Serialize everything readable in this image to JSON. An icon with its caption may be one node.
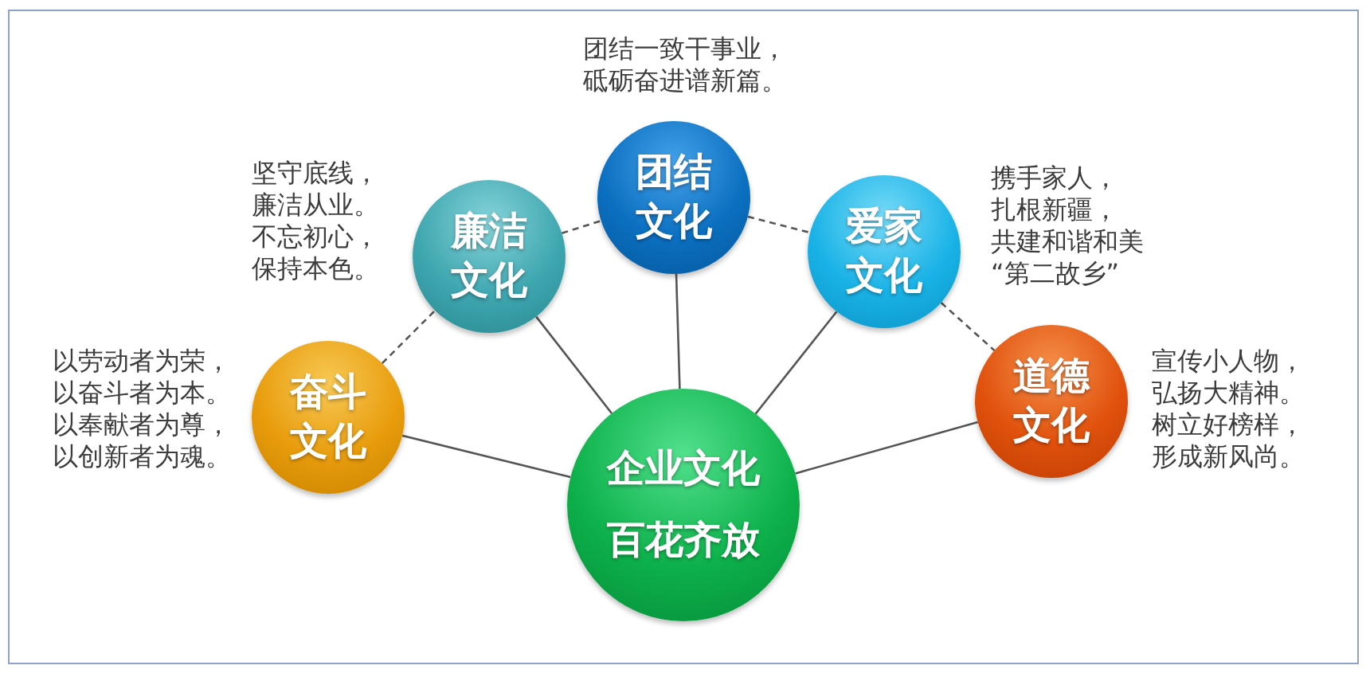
{
  "diagram": {
    "nodes": [
      {
        "text": [
          "企业文化百花齐放"
        ]
      },
      {
        "text": [
          "奋斗文化"
        ],
        "beside": [
          "以劳动者为荣，以奋斗者为本。以奉献者为尊，以创新者为魂。"
        ]
      },
      {
        "text": [
          "廉洁文化"
        ],
        "beside": [
          "坚守底线，廉洁从业。不忘初心，保持本色。"
        ]
      },
      {
        "text": [
          "团结文化"
        ],
        "beside": [
          "团结一致干事业，砥砺奋进谱新篇。"
        ]
      },
      {
        "text": [
          "爱家文化"
        ],
        "beside": [
          "携手家人，扎根新疆，共建和谐和美“第二故乡”"
        ]
      },
      {
        "text": [
          "道德文化"
        ],
        "beside": [
          "宣传小人物，弘扬大精神。树立好榜样，形成新风尚。"
        ]
      }
    ],
    "edges": [
      {
        "from": 0,
        "to": 1,
        "arrow": "none"
      },
      {
        "from": 0,
        "to": 2,
        "arrow": "none"
      },
      {
        "from": 0,
        "to": 3,
        "arrow": "none"
      },
      {
        "from": 0,
        "to": 4,
        "arrow": "none"
      },
      {
        "from": 0,
        "to": 5,
        "arrow": "none"
      },
      {
        "from": 1,
        "to": 2,
        "arrow": "none",
        "style": "dashed"
      },
      {
        "from": 2,
        "to": 3,
        "arrow": "none",
        "style": "dashed"
      },
      {
        "from": 3,
        "to": 4,
        "arrow": "none",
        "style": "dashed"
      },
      {
        "from": 4,
        "to": 5,
        "arrow": "none",
        "style": "dashed"
      }
    ]
  }
}
